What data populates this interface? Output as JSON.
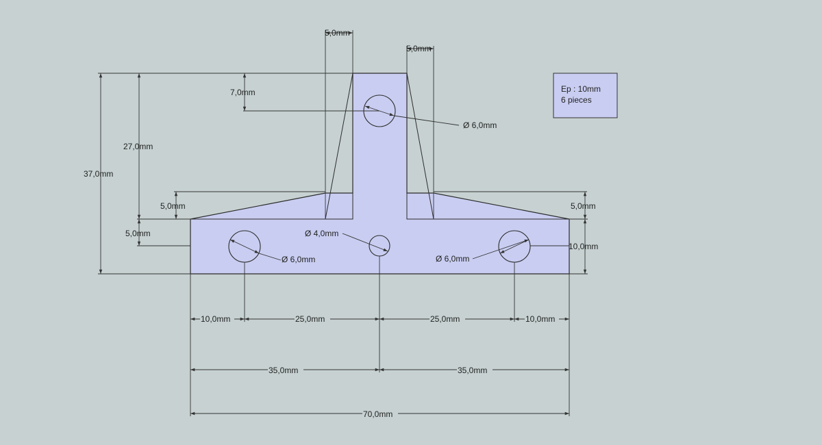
{
  "colors": {
    "background": "#c7d1d1",
    "part_fill": "#c9cdf1",
    "edge": "#2b2b2b",
    "dimension": "#333333"
  },
  "note": {
    "line1": "Ep : 10mm",
    "line2": "6 pieces"
  },
  "dimensions": {
    "top_left_width": "5,0mm",
    "top_right_width": "5,0mm",
    "hole_from_top": "7,0mm",
    "top_hole_dia": "Ø 6,0mm",
    "left_height_27": "27,0mm",
    "total_height": "37,0mm",
    "left_flange_rise": "5,0mm",
    "left_hole_height": "5,0mm",
    "right_flange_rise": "5,0mm",
    "base_height": "10,0mm",
    "center_hole_dia": "Ø 4,0mm",
    "left_hole_dia": "Ø 6,0mm",
    "right_hole_dia": "Ø 6,0mm",
    "left_offset": "10,0mm",
    "left_spacing": "25,0mm",
    "right_spacing": "25,0mm",
    "right_offset": "10,0mm",
    "left_half": "35,0mm",
    "right_half": "35,0mm",
    "overall_width": "70,0mm"
  }
}
